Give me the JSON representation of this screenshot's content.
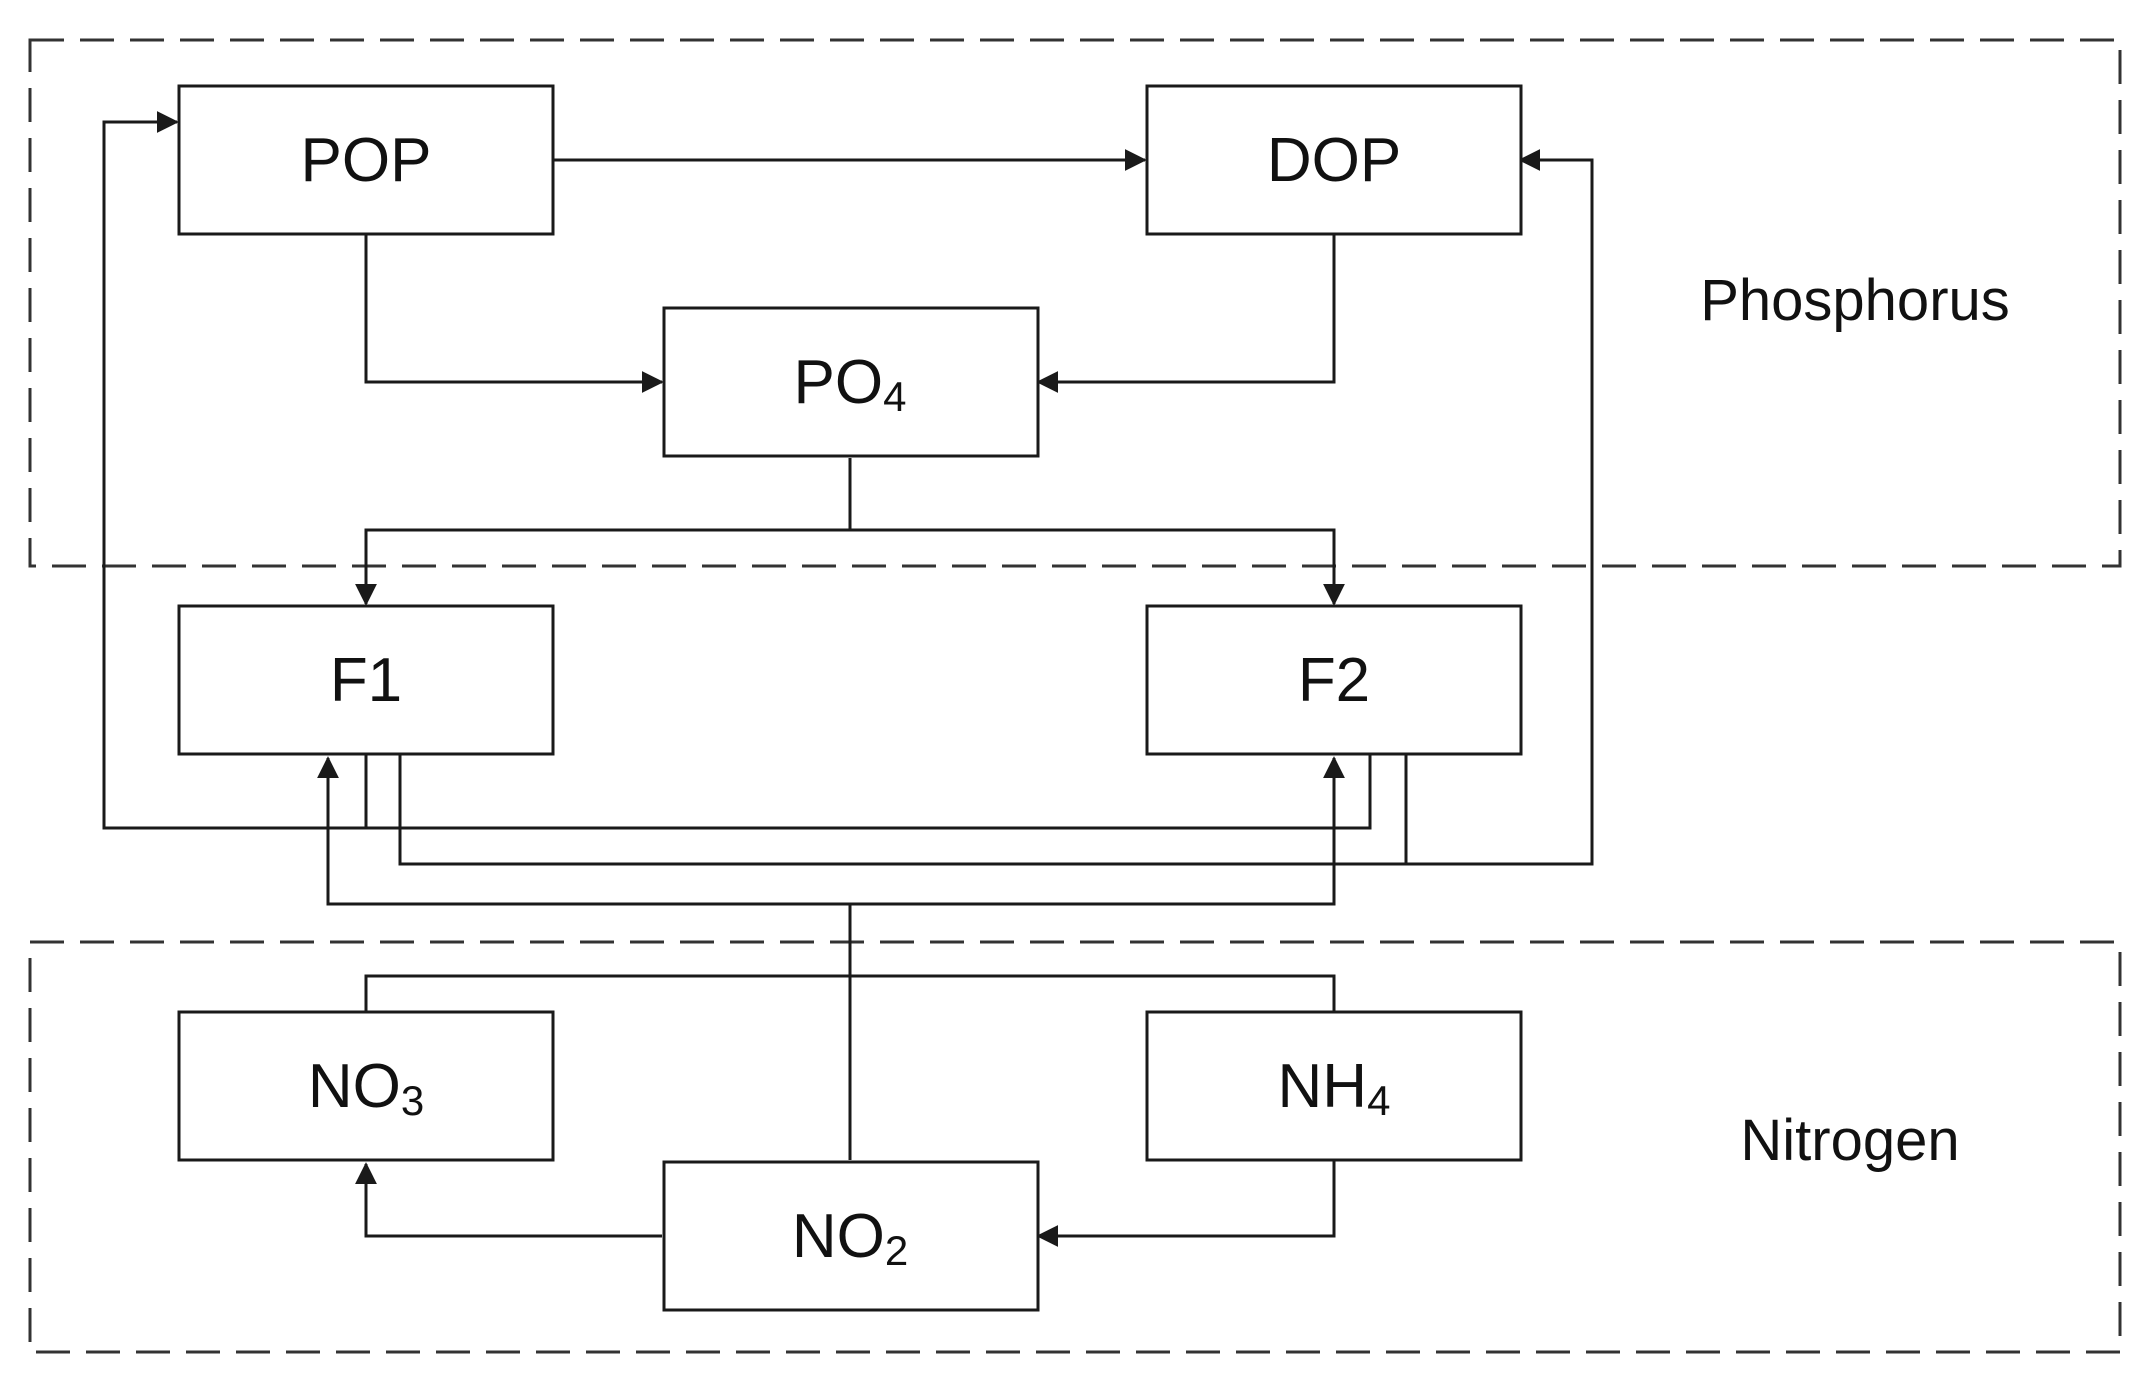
{
  "groups": {
    "phosphorus": "Phosphorus",
    "nitrogen": "Nitrogen"
  },
  "nodes": {
    "pop": {
      "main": "POP",
      "sub": ""
    },
    "dop": {
      "main": "DOP",
      "sub": ""
    },
    "po4": {
      "main": "PO",
      "sub": "4"
    },
    "f1": {
      "main": "F1",
      "sub": ""
    },
    "f2": {
      "main": "F2",
      "sub": ""
    },
    "no3": {
      "main": "NO",
      "sub": "3"
    },
    "nh4": {
      "main": "NH",
      "sub": "4"
    },
    "no2": {
      "main": "NO",
      "sub": "2"
    }
  },
  "colors": {
    "line": "#1a1a1a",
    "background": "#ffffff"
  }
}
